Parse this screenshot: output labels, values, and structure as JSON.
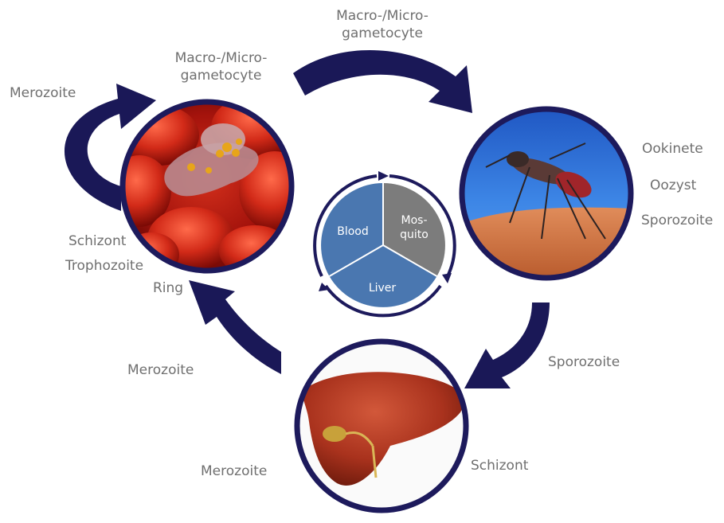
{
  "colors": {
    "ring": "#1d1a5c",
    "arrow": "#1a1857",
    "label": "#6f6f6f",
    "segment_blood": "#4a77b0",
    "segment_mosquito": "#7c7c7c",
    "segment_liver": "#4a77b0"
  },
  "images": {
    "blood": "red-blood-cells-with-parasite",
    "mosquito": "mosquito-on-skin",
    "liver": "human-liver"
  },
  "center": {
    "blood": "Blood",
    "mosquito_line1": "Mos-",
    "mosquito_line2": "quito",
    "liver": "Liver"
  },
  "labels": {
    "top_gametocyte_line1": "Macro-/Micro-",
    "top_gametocyte_line2": "gametocyte",
    "blood_gametocyte_line1": "Macro-/Micro-",
    "blood_gametocyte_line2": "gametocyte",
    "blood_merozoite": "Merozoite",
    "blood_schizont": "Schizont",
    "blood_trophozoite": "Trophozoite",
    "blood_ring": "Ring",
    "mosquito_ookinete": "Ookinete",
    "mosquito_oozyst": "Oozyst",
    "mosquito_sporozoite": "Sporozoite",
    "arrow_sporozoite": "Sporozoite",
    "arrow_merozoite": "Merozoite",
    "liver_merozoite": "Merozoite",
    "liver_schizont": "Schizont"
  }
}
